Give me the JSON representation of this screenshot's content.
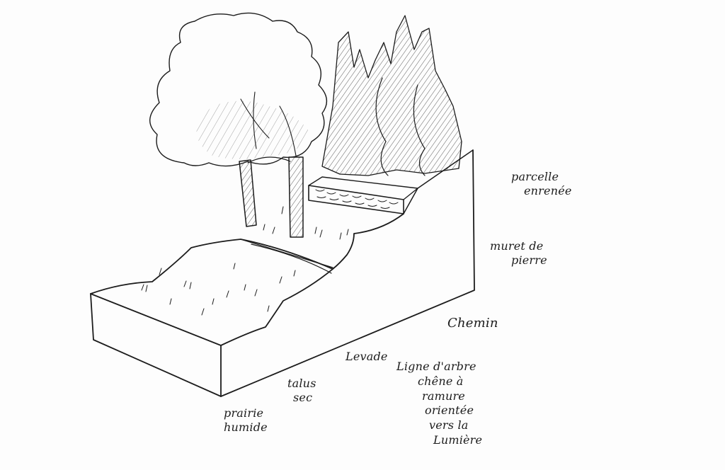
{
  "labels": {
    "parcelle": {
      "line1": "parcelle",
      "line2": "enrenée"
    },
    "muret": {
      "line1": "muret de",
      "line2": "pierre"
    },
    "chemin": "Chemin",
    "levade": "Levade",
    "ligne": {
      "line1": "Ligne d'arbre",
      "line2": "chêne à",
      "line3": "ramure",
      "line4": "orientée",
      "line5": "vers la",
      "line6": "Lumière"
    },
    "talus": {
      "line1": "talus",
      "line2": "sec"
    },
    "prairie": {
      "line1": "prairie",
      "line2": "humide"
    }
  },
  "colors": {
    "ink": "#1c1c1c",
    "paper": "#fdfdfd"
  }
}
